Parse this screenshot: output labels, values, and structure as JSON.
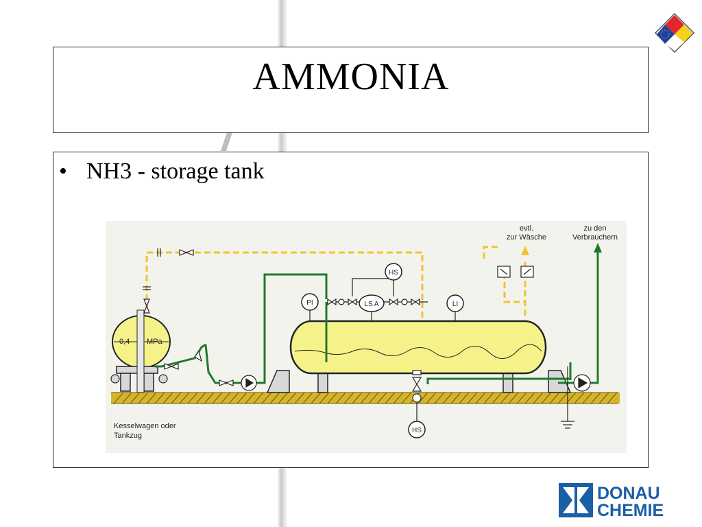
{
  "slide": {
    "title": "AMMONIA",
    "bullets": [
      "NH3 - storage tank"
    ]
  },
  "diagram": {
    "labels": {
      "pressure_value": "0,4",
      "pressure_unit": "MPa",
      "pi": "PI",
      "li": "LI",
      "hs_top": "HS",
      "lsa": "LS A",
      "hs_bottom": "HS",
      "scrubber_1": "evtl.",
      "scrubber_2": "zur Wäsche",
      "consumers_1": "zu den",
      "consumers_2": "Verbrauchern",
      "tanker_1": "Kesselwagen oder",
      "tanker_2": "Tankzug"
    },
    "colors": {
      "liquid_line": "#1e7a2a",
      "gas_line": "#f2c230",
      "vessel_fill": "#f5f28a",
      "ground_hatch": "#d6b42a",
      "background": "#f3f3ee"
    }
  },
  "branding": {
    "company_line1": "DONAU",
    "company_line2": "CHEMIE"
  }
}
